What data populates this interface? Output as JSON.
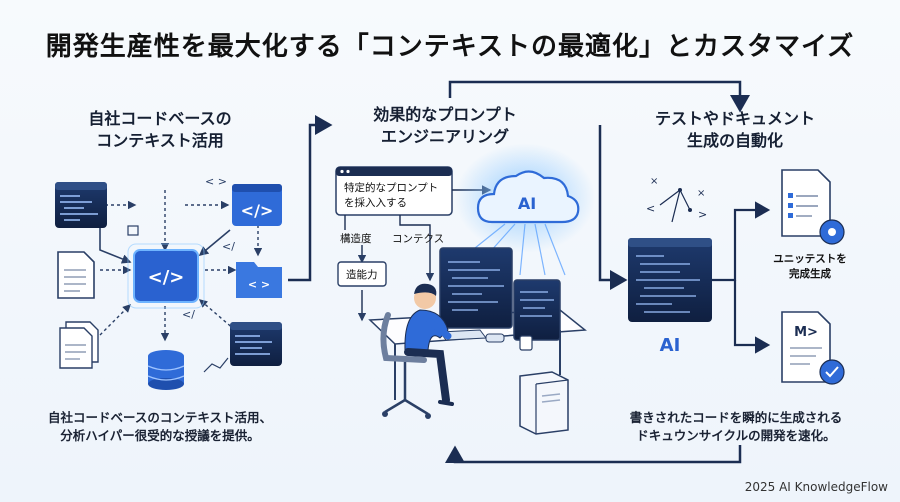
{
  "title": "開発生産性を最大化する「コンテキストの最適化」とカスタマイズ",
  "sections": [
    {
      "title": "自社コードベースの\nコンテキスト活用",
      "caption": "自社コードベースのコンテキスト活用、\n分析ハイパー很受的な授議を提供。"
    },
    {
      "title": "効果的なプロンプト\nエンジニアリング",
      "note_line1": "特定的なプロンプト",
      "note_line2": "を採入入する",
      "label_structure": "構造度",
      "label_context": "コンテクス",
      "label_ability": "造能力",
      "cloud_label": "AI"
    },
    {
      "title": "テストやドキュメント\n生成の自動化",
      "caption": "書きされたコードを瞬的に生成される\nドキュウンサイクルの開発を速化。",
      "ai_label": "AI",
      "unit_test_label": "ユニッテストを\n完成生成",
      "markdown_label": "M>"
    }
  ],
  "icons": {
    "code_tag": "</>",
    "chevrons": "< >",
    "slash": "</"
  },
  "footer": "2025 AI KnowledgeFlow",
  "colors": {
    "navy": "#1b2d52",
    "blue": "#2f6bd8",
    "light_blue": "#cfe0f7",
    "glow": "#6fb4ff"
  }
}
